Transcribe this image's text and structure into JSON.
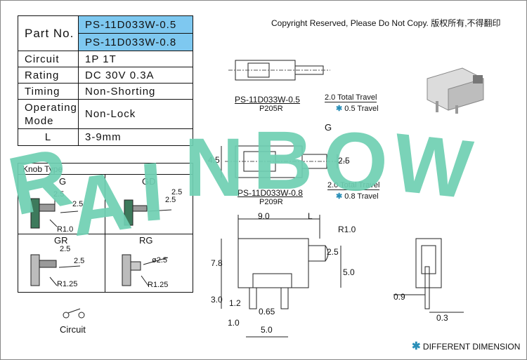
{
  "copyright": "Copyright Reserved, Please Do Not Copy. 版权所有,不得翻印",
  "spec_table": {
    "part_label": "Part No.",
    "part_numbers": [
      "PS-11D033W-0.5",
      "PS-11D033W-0.8"
    ],
    "rows": [
      {
        "label": "Circuit",
        "value": "1P 1T"
      },
      {
        "label": "Rating",
        "value": "DC 30V 0.3A"
      },
      {
        "label": "Timing",
        "value": "Non-Shorting"
      },
      {
        "label": "Operating Mode",
        "value": "Non-Lock"
      },
      {
        "label": "L",
        "value": "3-9mm"
      }
    ]
  },
  "knob": {
    "title": "Knob Type",
    "types": [
      "G",
      "GD",
      "GR",
      "RG"
    ],
    "g_dims": [
      "2.5",
      "2.5",
      "R1.0"
    ],
    "gd_dims": [
      "2.5",
      "2.5"
    ],
    "gr_dims": [
      "2.5",
      "2.5",
      "R1.25"
    ],
    "rg_dims": [
      "ø2.5",
      "R1.25"
    ]
  },
  "circuit_label": "Circuit",
  "top_views": [
    {
      "part": "PS-11D033W-0.5",
      "code": "P205R",
      "travel": "2.0 Total Travel",
      "star_travel": "0.5 Travel"
    },
    {
      "part": "PS-11D033W-0.8",
      "code": "P209R",
      "travel": "2.0 Total Travel",
      "star_travel": "0.8 Travel"
    }
  ],
  "dims": {
    "height_45": "4.5",
    "knob_25": "2.5",
    "g_label": "G",
    "w_90": "9.0",
    "l_label": "L",
    "r10": "R1.0",
    "h_78": "7.8",
    "knob_25b": "2.5",
    "h_50": "5.0",
    "h_30": "3.0",
    "h_12": "1.2",
    "w_065": "0.65",
    "w_10": "1.0",
    "w_50": "5.0",
    "side_09": "0.9",
    "side_03": "0.3"
  },
  "legend": "DIFFERENT DIMENSION",
  "watermark": [
    "R",
    "A",
    "I",
    "N",
    "B",
    "O",
    "W"
  ],
  "colors": {
    "part_bg": "#7ec8f0",
    "watermark": "#6fd0b3",
    "star": "#2a8fb8"
  }
}
